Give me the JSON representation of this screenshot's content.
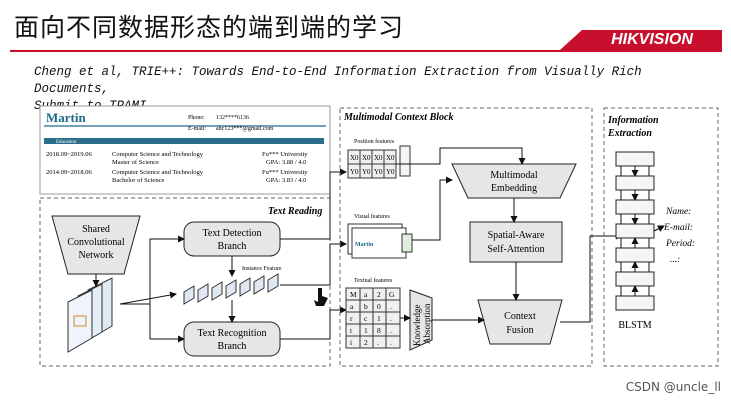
{
  "slide": {
    "title": "面向不同数据形态的端到端的学习",
    "logo": "HIKVISION",
    "citation_line1": "Cheng et al, TRIE++: Towards End-to-End Information Extraction from Visually Rich Documents,",
    "citation_line2": "Submit to TPAMI",
    "watermark": "CSDN @uncle_ll"
  },
  "document": {
    "name": "Martin",
    "phone_label": "Phone:",
    "phone": "132****6136",
    "email_label": "E-mail:",
    "email": "abc123***@gmail.com",
    "section": "Education",
    "rows": [
      {
        "period": "2018.09~2019.06",
        "major": "Computer Science and Technology",
        "school": "Fu*** University"
      },
      {
        "period": "",
        "major": "Master of Science",
        "school": "GPA: 3.88 / 4.0"
      },
      {
        "period": "2014.09~2018.06",
        "major": "Computer Science and Technology",
        "school": "Fu*** University"
      },
      {
        "period": "",
        "major": "Bachelor of Science",
        "school": "GPA: 3.83 / 4.0"
      }
    ]
  },
  "text_reading": {
    "title": "Text Reading",
    "shared_cnn": [
      "Shared",
      "Convolutional",
      "Network"
    ],
    "detection": [
      "Text Detection",
      "Branch"
    ],
    "instance_feature": "Instance Feature",
    "recognition": [
      "Text Recognition",
      "Branch"
    ]
  },
  "context": {
    "title": "Multimodal Context Block",
    "position_label": "Position features",
    "position_top": [
      "X0",
      "X0",
      "X0",
      "X0"
    ],
    "position_bottom": [
      "Y0",
      "Y0",
      "Y0",
      "Y0"
    ],
    "visual_label": "Visual features",
    "textual_label": "Textual features",
    "textual_grid": [
      [
        "M",
        "a",
        "2",
        "G"
      ],
      [
        "a",
        "b",
        "0",
        "."
      ],
      [
        "r",
        "c",
        "1",
        "."
      ],
      [
        "t",
        "1",
        "8",
        "."
      ],
      [
        "i",
        "2",
        ".",
        "."
      ]
    ],
    "knowledge": [
      "Knowledge",
      "Absorption"
    ],
    "embedding": [
      "Multimodal",
      "Embedding"
    ],
    "attention": [
      "Spatial-Aware",
      "Self-Attention"
    ],
    "fusion": [
      "Context",
      "Fusion"
    ]
  },
  "extraction": {
    "title": [
      "Information",
      "Extraction"
    ],
    "bilstm": "BLSTM",
    "fields": [
      "Name:",
      "E-mail:",
      "Period:",
      "...:"
    ]
  },
  "colors": {
    "accent": "#c8102e",
    "doc_title": "#1f6b8a",
    "box_fill": "#e6e6e6",
    "cell_fill": "#f0f0f0"
  }
}
